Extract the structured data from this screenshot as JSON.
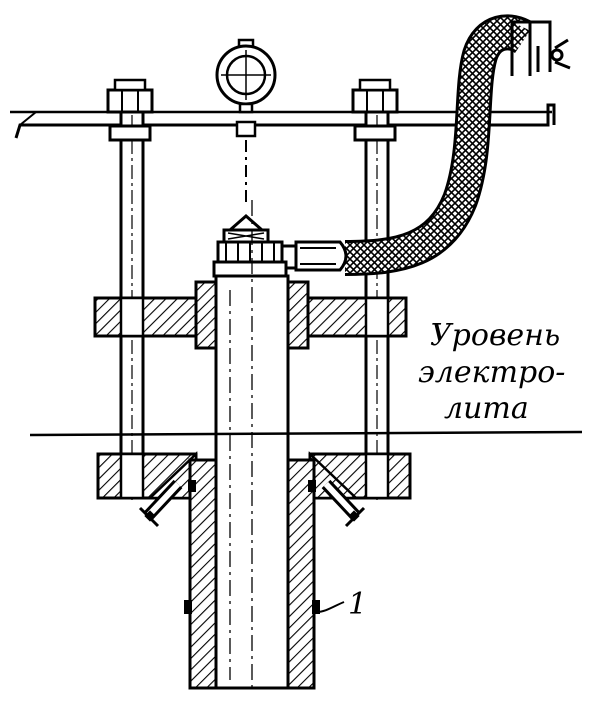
{
  "labels": {
    "level_line1": "Уровень",
    "level_line2": "электро-",
    "level_line3": "лита",
    "part_number": "1"
  },
  "colors": {
    "ink": "#000000",
    "paper": "#ffffff"
  }
}
